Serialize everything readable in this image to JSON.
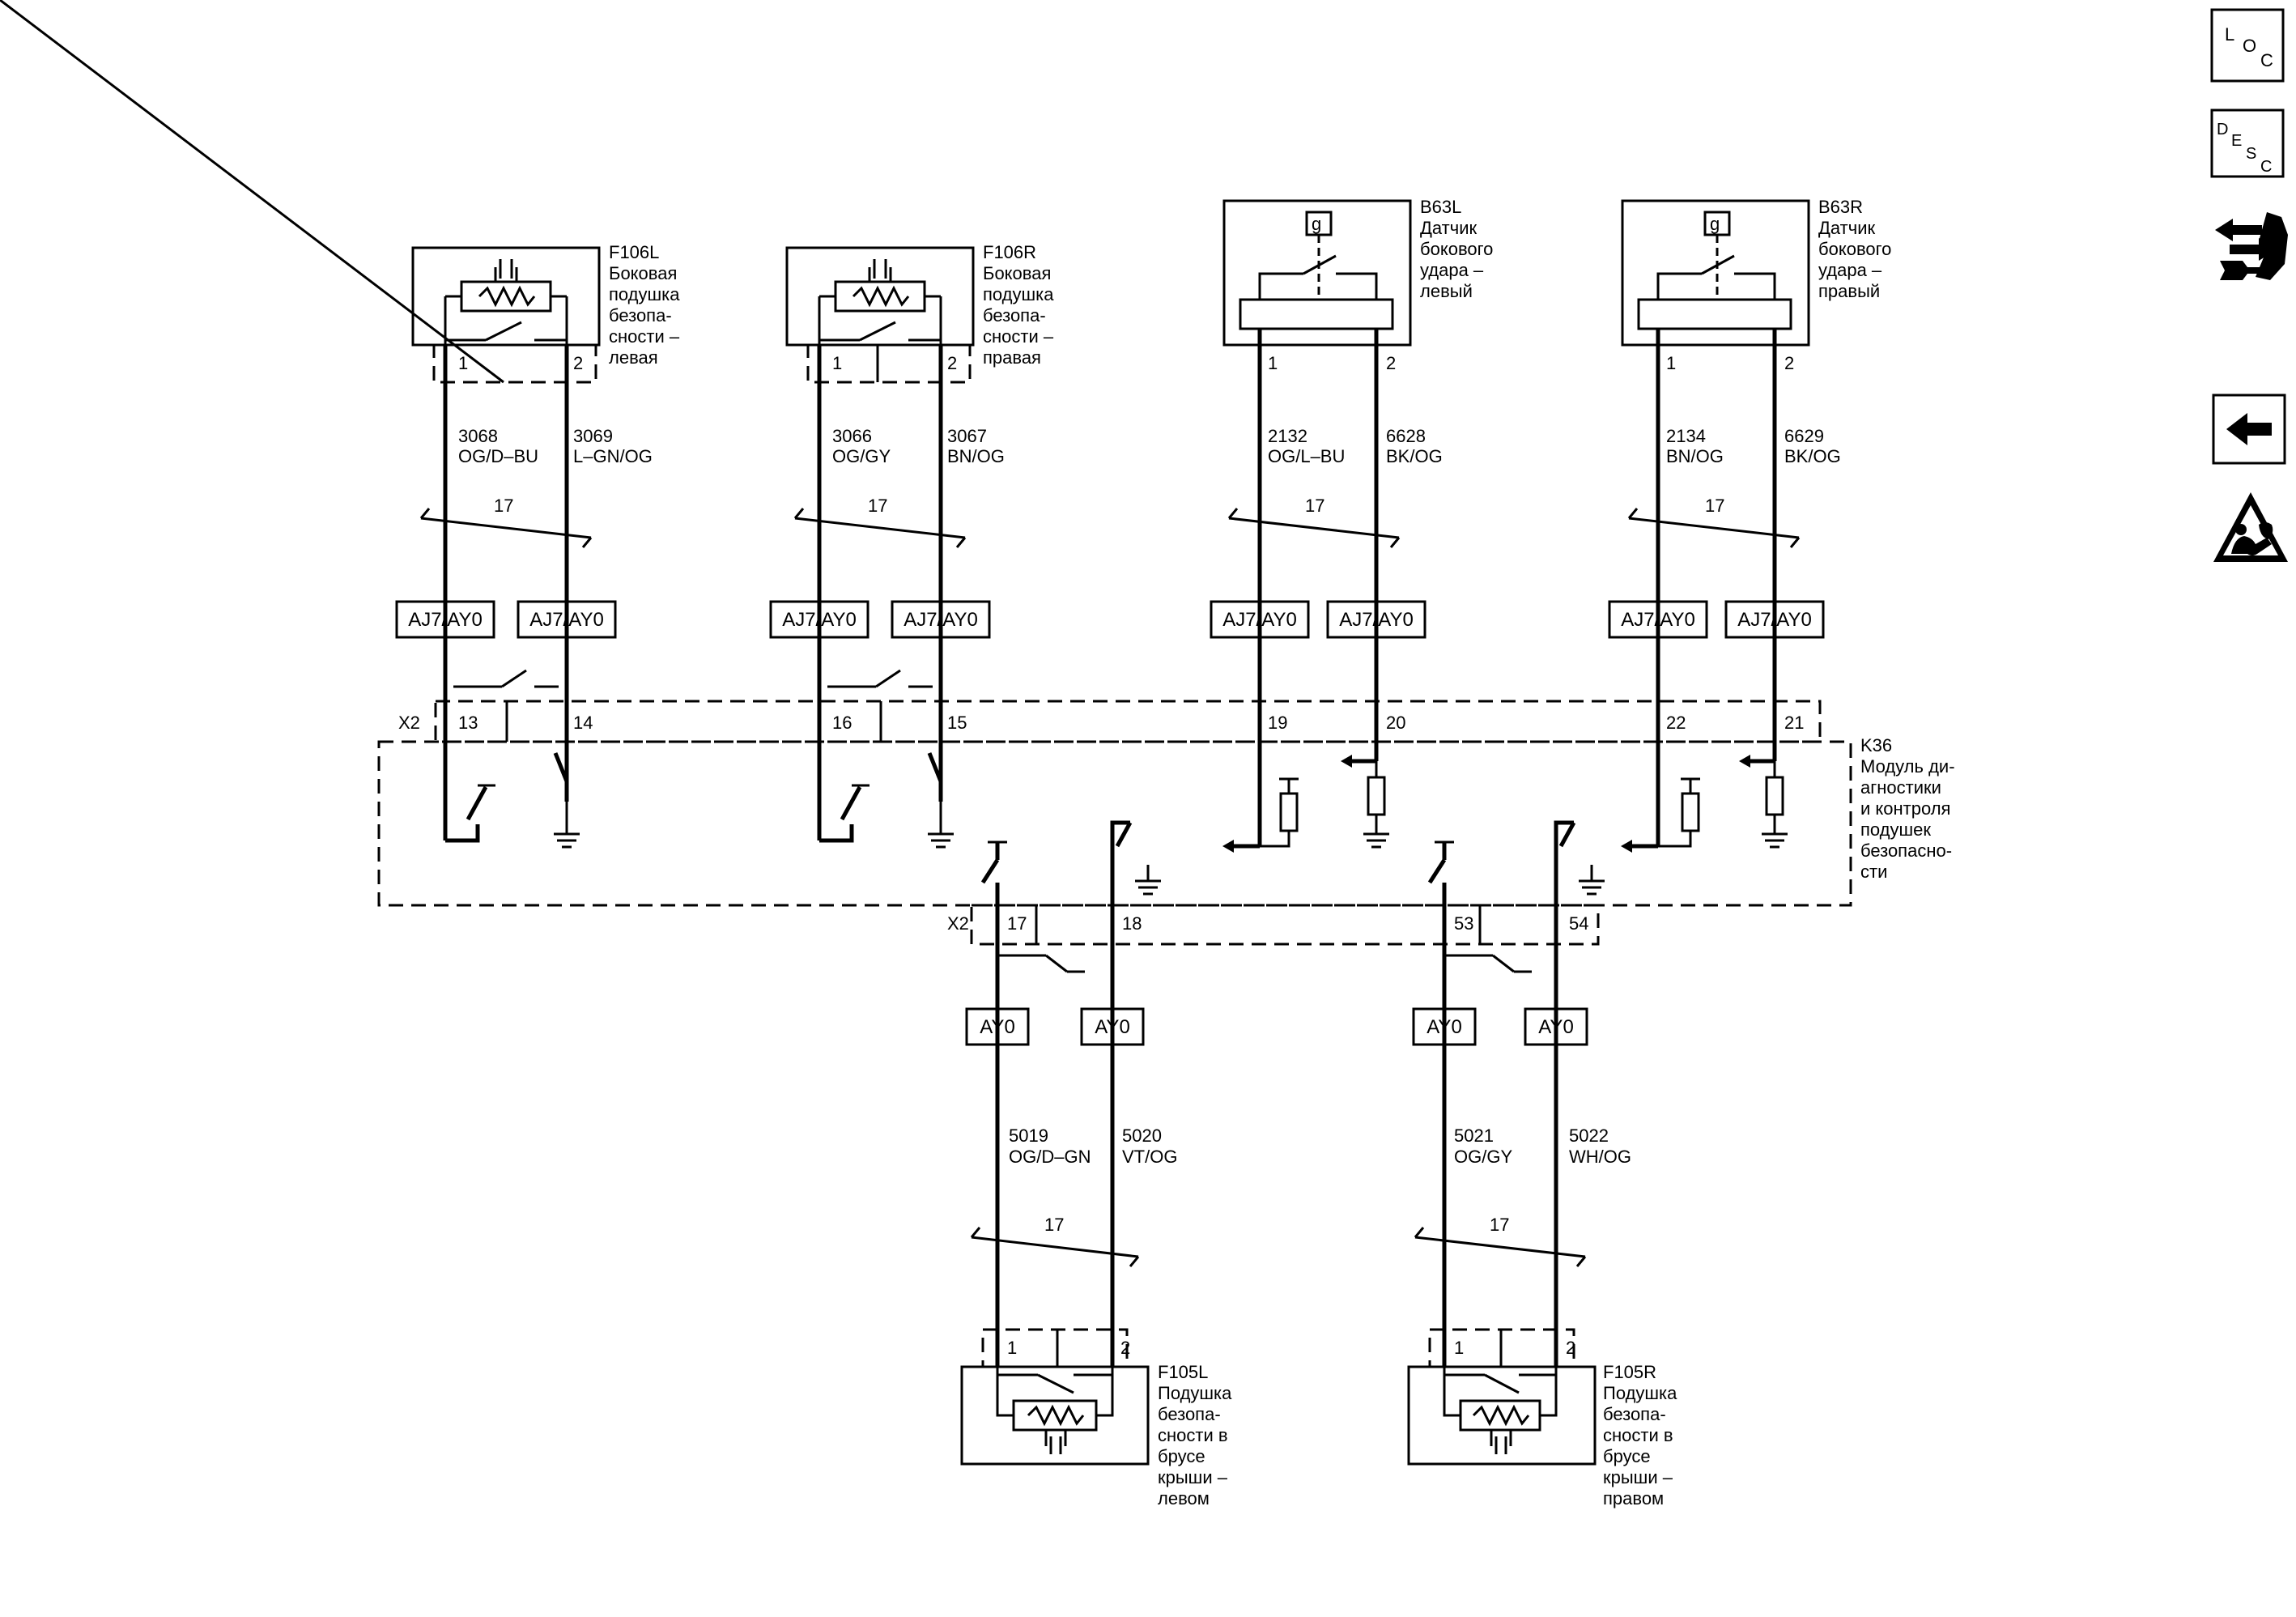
{
  "colors": {
    "ink": "#000000",
    "background": "#ffffff"
  },
  "components": {
    "f106l": {
      "id": "F106L",
      "lines": [
        "Боковая",
        "подушка",
        "безопа-",
        "сности –",
        "левая"
      ]
    },
    "f106r": {
      "id": "F106R",
      "lines": [
        "Боковая",
        "подушка",
        "безопа-",
        "сности –",
        "правая"
      ]
    },
    "b63l": {
      "id": "B63L",
      "lines": [
        "Датчик",
        "бокового",
        "удара –",
        "левый"
      ],
      "symbol": "g"
    },
    "b63r": {
      "id": "B63R",
      "lines": [
        "Датчик",
        "бокового",
        "удара –",
        "правый"
      ],
      "symbol": "g"
    },
    "k36": {
      "id": "K36",
      "lines": [
        "Модуль ди-",
        "агностики",
        "и контроля",
        "подушек",
        "безопасно-",
        "сти"
      ]
    },
    "f105l": {
      "id": "F105L",
      "lines": [
        "Подушка",
        "безопа-",
        "сности в",
        "брусе",
        "крыши –",
        "левом"
      ]
    },
    "f105r": {
      "id": "F105R",
      "lines": [
        "Подушка",
        "безопа-",
        "сности в",
        "брусе",
        "крыши –",
        "правом"
      ]
    }
  },
  "pins": {
    "f106l": [
      "1",
      "2"
    ],
    "f106r": [
      "1",
      "2"
    ],
    "b63l": [
      "1",
      "2"
    ],
    "b63r": [
      "1",
      "2"
    ],
    "f105l": [
      "1",
      "2"
    ],
    "f105r": [
      "1",
      "2"
    ]
  },
  "connectors": {
    "top": {
      "name": "X2",
      "pins": [
        "13",
        "14",
        "16",
        "15",
        "19",
        "20",
        "22",
        "21"
      ]
    },
    "bottom": {
      "name": "X2",
      "pins": [
        "17",
        "18",
        "53",
        "54"
      ]
    }
  },
  "wires": {
    "top": [
      {
        "circuit": "3068",
        "color": "OG/D–BU"
      },
      {
        "circuit": "3069",
        "color": "L–GN/OG"
      },
      {
        "circuit": "3066",
        "color": "OG/GY"
      },
      {
        "circuit": "3067",
        "color": "BN/OG"
      },
      {
        "circuit": "2132",
        "color": "OG/L–BU"
      },
      {
        "circuit": "6628",
        "color": "BK/OG"
      },
      {
        "circuit": "2134",
        "color": "BN/OG"
      },
      {
        "circuit": "6629",
        "color": "BK/OG"
      }
    ],
    "bottom": [
      {
        "circuit": "5019",
        "color": "OG/D–GN"
      },
      {
        "circuit": "5020",
        "color": "VT/OG"
      },
      {
        "circuit": "5021",
        "color": "OG/GY"
      },
      {
        "circuit": "5022",
        "color": "WH/OG"
      }
    ]
  },
  "harness_labels": {
    "top": "AJ7/AY0",
    "bottom": "AY0"
  },
  "twist_note": "17",
  "sidebar": {
    "loc": {
      "letters": [
        "L",
        "O",
        "C"
      ]
    },
    "desc": {
      "letters": [
        "D",
        "E",
        "S",
        "C"
      ]
    },
    "icons": [
      "connector-tool-icon",
      "back-arrow-icon",
      "airbag-warning-icon"
    ]
  }
}
